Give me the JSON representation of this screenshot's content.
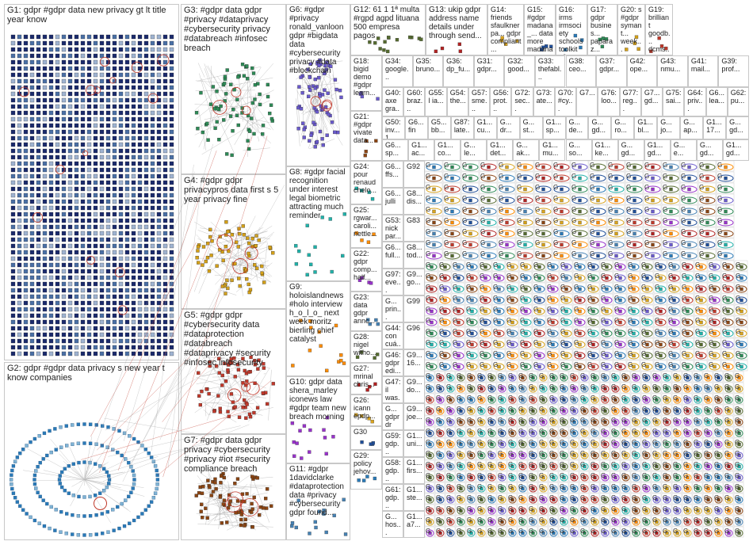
{
  "title": "",
  "groups": [
    {
      "id": "G1",
      "label": "G1: gdpr #gdpr data new privacy gt lt title year know",
      "density": "grid-heavy"
    },
    {
      "id": "G2",
      "label": "G2: gdpr #gdpr data privacy s new year t know companies",
      "density": "rings"
    },
    {
      "id": "G3",
      "label": "G3: #gdpr data gdpr #privacy #dataprivacy #cybersecurity privacy #databreach #infosec breach",
      "density": "cluster"
    },
    {
      "id": "G4",
      "label": "G4: #gdpr gdpr privacypros data first s 5 year privacy fine",
      "density": "cluster"
    },
    {
      "id": "G5",
      "label": "G5: #gdpr gdpr #cybersecurity data #dataprotection #databreach #dataprivacy #security #infosec infosecurity",
      "density": "cluster"
    },
    {
      "id": "G6",
      "label": "G6: #gdpr #privacy ronald_vanloon gdpr #bigdata data #cybersecurity privacy #data #blockchain",
      "density": "cluster"
    },
    {
      "id": "G7",
      "label": "G7: #gdpr data gdpr privacy #cybersecurity #privacy #iot #security compliance breach",
      "density": "cluster"
    },
    {
      "id": "G8",
      "label": "G8: #gdpr facial recognition under interest legal biometric attracting much reminder",
      "density": "sparse"
    },
    {
      "id": "G9",
      "label": "G9: holoislandnews #holo interview h_o_l_o_ next week moritz bierling chief catalyst",
      "density": "sparse"
    },
    {
      "id": "G10",
      "label": "G10: gdpr data shera_marley iconews law #gdpr team new breach morning",
      "density": "sparse"
    },
    {
      "id": "G11",
      "label": "G11: #gdpr 1davidclarke #dataprotection data #privacy #cybersecurity gdpr found...",
      "density": "sparse"
    },
    {
      "id": "G12",
      "label": "G12: 61 1 1ª multa #rgpd agpd lituana 500 empresa pagos",
      "density": "sparse"
    },
    {
      "id": "G13",
      "label": "G13: ukip gdpr address name details under through send...",
      "density": "small"
    },
    {
      "id": "G14",
      "label": "G14: friends sfaulknerpa... gdpr compliant...",
      "density": "small"
    },
    {
      "id": "G15",
      "label": "G15: #gdpr madana_... data more madana...",
      "density": "small"
    },
    {
      "id": "G16",
      "label": "G16: irms irmsociety schools toolkit v6...",
      "density": "small"
    },
    {
      "id": "G17",
      "label": "G17: gdpr busines... paparaz...",
      "density": "small"
    },
    {
      "id": "G20",
      "label": "G20: s #gdpr symant... week...",
      "density": "small"
    },
    {
      "id": "G19",
      "label": "G19: brilliant goodb... dcms...",
      "density": "small"
    },
    {
      "id": "G18",
      "label": "G18: bigid demo #gdpr learn...",
      "density": "small"
    },
    {
      "id": "G21",
      "label": "G21: #gdpr vivate data...",
      "density": "small"
    },
    {
      "id": "G24",
      "label": "G24: pour renaud chelo...",
      "density": "small"
    },
    {
      "id": "G25",
      "label": "G25: rgwar... caroli... nettle...",
      "density": "small"
    },
    {
      "id": "G22",
      "label": "G22: gdpr comp... half...",
      "density": "small"
    },
    {
      "id": "G23",
      "label": "G23: data gdpr annc...",
      "density": "small"
    },
    {
      "id": "G28",
      "label": "G28: nigel witho...",
      "density": "small"
    },
    {
      "id": "G27",
      "label": "G27: mrinal chris...",
      "density": "small"
    },
    {
      "id": "G26",
      "label": "G26: icann epdp...",
      "density": "small"
    },
    {
      "id": "G30",
      "label": "G30",
      "density": "small"
    },
    {
      "id": "G29",
      "label": "G29: policy jehov...",
      "density": "small"
    }
  ],
  "tile_rows": [
    [
      "G34: google...",
      "G35: bruno...",
      "G36: dp_fu...",
      "G31: gdpr...",
      "G32: good...",
      "G33: thefabl...",
      "G38: ceo...",
      "G37: gdpr...",
      "G42: ope...",
      "G43: nmu...",
      "G41: mail...",
      "G39: prof..."
    ],
    [
      "G40: axe gra...",
      "G60: braz...",
      "G55: l ia...",
      "G54: the...",
      "G57: sme...",
      "G56: prot...",
      "G72: sec...",
      "G73: ate...",
      "G70: #cy...",
      "G7...",
      "G76: loo...",
      "G77: reg...",
      "G7... gd...",
      "G75: sai...",
      "G64: priv...",
      "G6... lea...",
      "G62: pu..."
    ],
    [
      "G50: inv... 1...",
      "G6... fin",
      "G5... bb...",
      "G87: late...",
      "G1... cu...",
      "G... dr...",
      "G... st...",
      "G1... sp...",
      "G... de...",
      "G... gd...",
      "G... ro...",
      "G1... bl...",
      "G... jo...",
      "G... ap...",
      "G1... 17...",
      "G... gd..."
    ],
    [
      "G6... sp...",
      "G1... ac...",
      "G1... co...",
      "G... le...",
      "G1... det...",
      "G... ak...",
      "G1... mu...",
      "G... so...",
      "G1... ke...",
      "G... gd...",
      "G1... gd...",
      "G... e...",
      "G... gd...",
      "G1... gd..."
    ]
  ],
  "left_strip": [
    "G6... ffs...",
    "G6... julli",
    "G53: nick par...",
    "G6... full...",
    "G97: eve... bus...",
    "G... prin... harr...",
    "G44: con cuá...",
    "G46: gdpr edi...",
    "G47: il was...",
    "G... gdpr dr il...",
    "G59: gdp...",
    "G58: gdp...",
    "G61: gdp...",
    "G... hos..."
  ],
  "mid_strip": [
    "G92",
    "G8... dis...",
    "G83",
    "G8... tod...",
    "G9... go...",
    "G99",
    "G96",
    "G9... 16...",
    "G9... do...",
    "G9... joe...",
    "G1... uni...",
    "G1... firs...",
    "G1... ste...",
    "G1... a7..."
  ]
}
